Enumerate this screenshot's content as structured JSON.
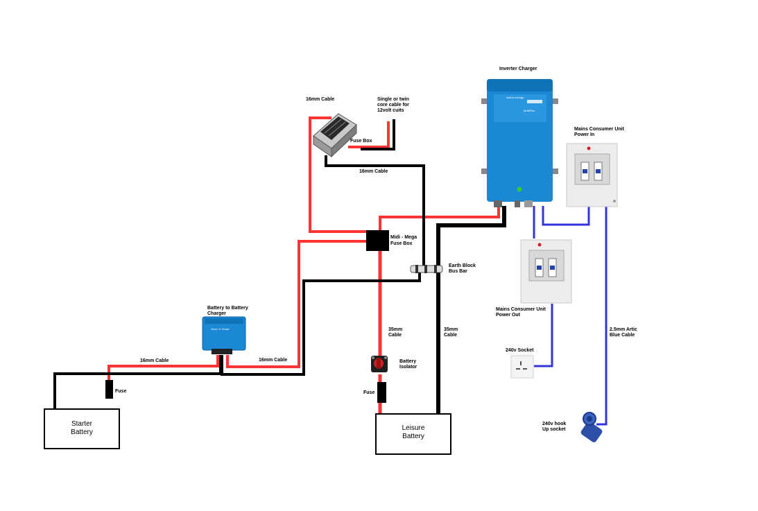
{
  "labels": {
    "inverter_charger": "Inverter Charger",
    "cable_16mm_top": "16mm Cable",
    "single_or_twin_l1": "Single or twin",
    "single_or_twin_l2": "core cable for",
    "single_or_twin_l3": "12volt cuits",
    "fuse_box": "Fuse Box",
    "cable_16mm_mid": "16mm Cable",
    "mains_in_l1": "Mains Consumer Unit",
    "mains_in_l2": "Power In",
    "midi_mega_l1": "Midi - Mega",
    "midi_mega_l2": "Fuse Box",
    "earth_block_l1": "Earth Block",
    "earth_block_l2": "Bus Bar",
    "b2b_l1": "Battery to Battery",
    "b2b_l2": "Charger",
    "mains_out_l1": "Mains Consumer Unit",
    "mains_out_l2": "Power Out",
    "cable_35mm_red_l1": "35mm",
    "cable_35mm_red_l2": "Cable",
    "cable_35mm_black_l1": "35mm",
    "cable_35mm_black_l2": "Cable",
    "arctic_l1": "2.5mm Artic",
    "arctic_l2": "Blue Cable",
    "cable_16mm_left": "16mm Cable",
    "cable_16mm_right": "16mm Cable",
    "socket_240v": "240v Socket",
    "battery_isolator_l1": "Battery",
    "battery_isolator_l2": "Isolator",
    "fuse_left": "Fuse",
    "fuse_right": "Fuse",
    "starter_l1": "Starter",
    "starter_l2": "Battery",
    "leisure_l1": "Leisure",
    "leisure_l2": "Battery",
    "hookup_l1": "240v hook",
    "hookup_l2": "Up socket"
  },
  "device_text": {
    "victron_brand": "victron energy",
    "multiplus": "MultiPlus",
    "orion": "Orion-Tr Smart"
  },
  "colors": {
    "red_wire": "#ff3333",
    "black_wire": "#000000",
    "blue_wire": "#3333dd",
    "victron_blue": "#1a88d4"
  }
}
